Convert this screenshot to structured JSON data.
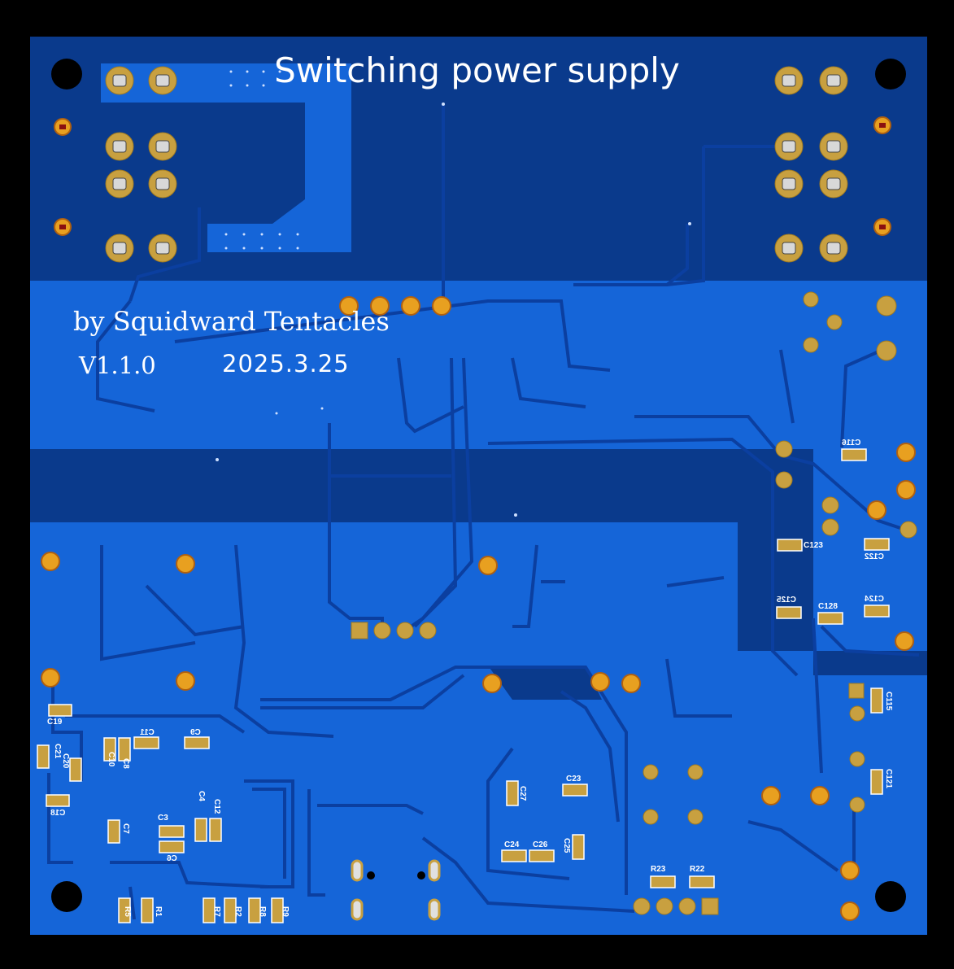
{
  "board": {
    "title": "Switching power supply",
    "author": "by Squidward Tentacles",
    "version": "V1.1.0",
    "date": "2025.3.25"
  },
  "colors": {
    "background": "#000000",
    "copper_dark": "#0a3a8c",
    "copper_fill": "#1565d8",
    "trace": "#0b3fa0",
    "pad": "#c8a040",
    "pad_hole": "#b8b8b8",
    "silkscreen": "#ffffff"
  },
  "designators": [
    "C19",
    "C20",
    "C21",
    "C18",
    "C7",
    "C10",
    "C8",
    "C11",
    "C9",
    "C3",
    "C4",
    "C12",
    "C6",
    "R5",
    "R1",
    "R7",
    "R2",
    "R8",
    "R9",
    "C23",
    "C27",
    "C24",
    "C26",
    "C25",
    "R23",
    "R22",
    "C116",
    "C123",
    "C122",
    "C125",
    "C128",
    "C124",
    "C115",
    "C121"
  ]
}
